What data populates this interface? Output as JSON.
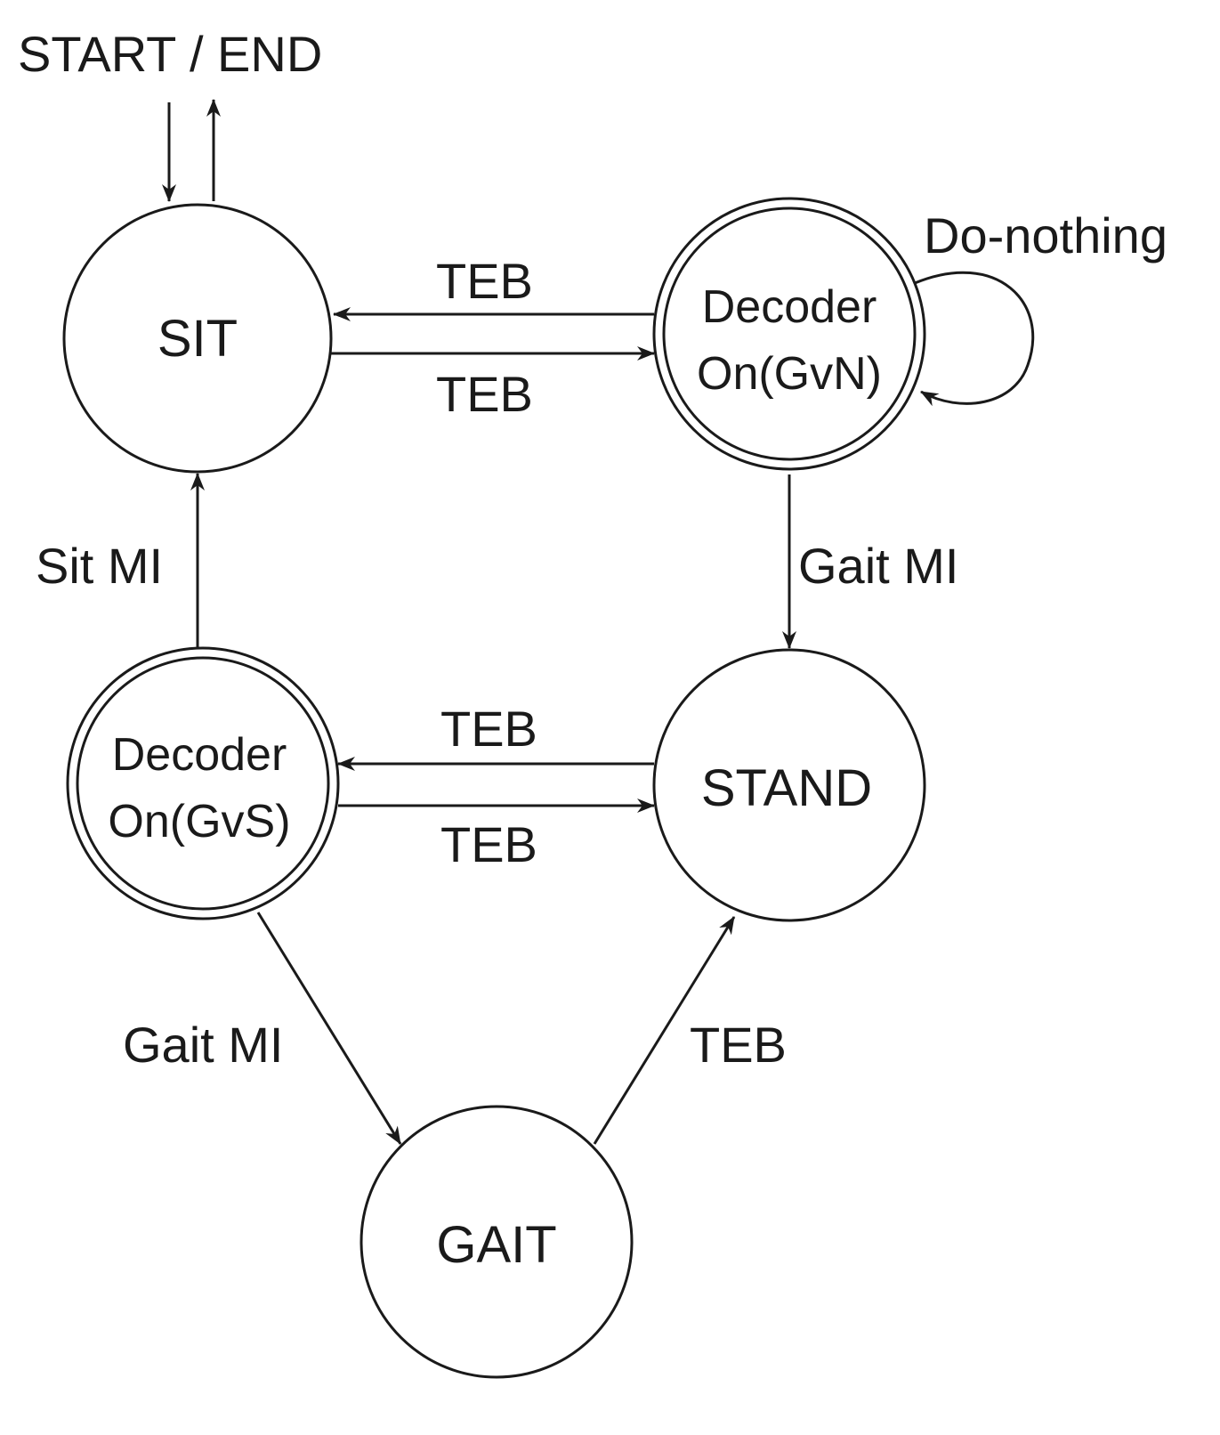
{
  "start_end_label": "START / END",
  "states": {
    "sit": "SIT",
    "stand": "STAND",
    "gait": "GAIT",
    "decoder_gvn_line1": "Decoder",
    "decoder_gvn_line2": "On(GvN)",
    "decoder_gvs_line1": "Decoder",
    "decoder_gvs_line2": "On(GvS)"
  },
  "transitions": {
    "gvn_to_sit": "TEB",
    "sit_to_gvn": "TEB",
    "gvn_self": "Do-nothing",
    "gvn_to_stand": "Gait MI",
    "stand_to_gvs": "TEB",
    "gvs_to_stand": "TEB",
    "gvs_to_sit": "Sit MI",
    "gvs_to_gait": "Gait MI",
    "gait_to_stand": "TEB"
  },
  "colors": {
    "stroke": "#1a1a1a",
    "background": "#ffffff"
  }
}
